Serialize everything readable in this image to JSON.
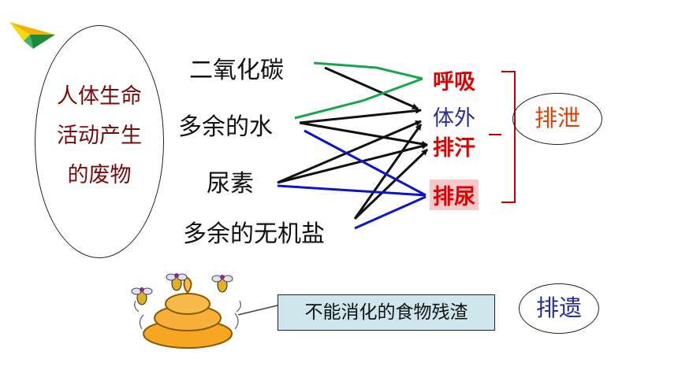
{
  "waste_title": [
    "人体生命",
    "活动产生",
    "的废物"
  ],
  "sources": [
    "二氧化碳",
    "多余的水",
    "尿素",
    "多余的无机盐"
  ],
  "routes": {
    "breath": "呼吸",
    "skin": "体外",
    "sweat": "排汗",
    "urine": "排尿"
  },
  "excretion_label": "排泄",
  "undigested_label": "不能消化的食物残渣",
  "egestion_label": "排遗",
  "colors": {
    "green": "#12a84a",
    "blue": "#0b16c8",
    "red": "#e00000",
    "navy": "#2a2f8f",
    "dark_red": "#7a0a0a"
  },
  "icons": [
    "paper-plane-logo",
    "feces-with-flies-illustration"
  ]
}
